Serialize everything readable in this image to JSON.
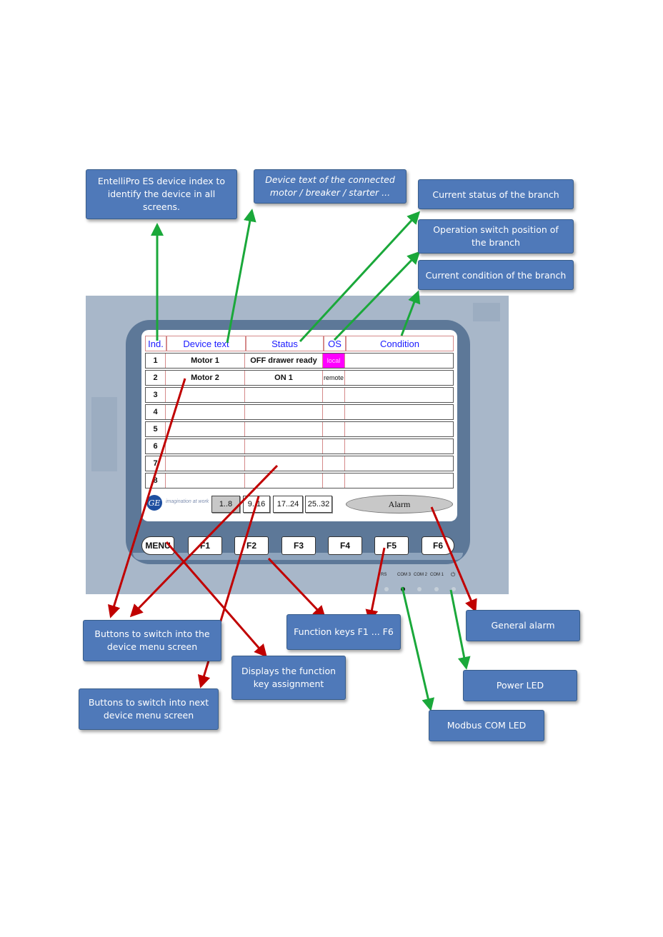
{
  "callouts": {
    "device_index": "EntelliPro ES device index to identify the device in all screens.",
    "device_text": "Device text of the connected motor / breaker / starter ...",
    "current_status": "Current status of the branch",
    "operation_switch": "Operation switch position of the branch",
    "current_condition": "Current condition of the branch",
    "buttons_menu": "Buttons to switch into the device menu screen",
    "function_keys": "Function keys F1 ... F6",
    "general_alarm": "General alarm",
    "displays_function": "Displays the function key assignment",
    "power_led": "Power LED",
    "buttons_next": "Buttons to switch into next device menu screen",
    "modbus_led": "Modbus COM LED"
  },
  "table": {
    "headers": [
      "Ind.",
      "Device text",
      "Status",
      "OS",
      "Condition"
    ],
    "rows": [
      {
        "ind": "1",
        "device": "Motor 1",
        "status": "OFF drawer ready",
        "os": "local",
        "condition": ""
      },
      {
        "ind": "2",
        "device": "Motor 2",
        "status": "ON 1",
        "os": "remote",
        "condition": ""
      },
      {
        "ind": "3",
        "device": "",
        "status": "",
        "os": "",
        "condition": ""
      },
      {
        "ind": "4",
        "device": "",
        "status": "",
        "os": "",
        "condition": ""
      },
      {
        "ind": "5",
        "device": "",
        "status": "",
        "os": "",
        "condition": ""
      },
      {
        "ind": "6",
        "device": "",
        "status": "",
        "os": "",
        "condition": ""
      },
      {
        "ind": "7",
        "device": "",
        "status": "",
        "os": "",
        "condition": ""
      },
      {
        "ind": "8",
        "device": "",
        "status": "",
        "os": "",
        "condition": ""
      }
    ]
  },
  "footer": {
    "logo": "GE",
    "tagline": "imagination at work",
    "page_buttons": [
      "1..8",
      "9..16",
      "17..24",
      "25..32"
    ],
    "alarm": "Alarm"
  },
  "function_keys": [
    "MENU",
    "F1",
    "F2",
    "F3",
    "F4",
    "F5",
    "F6"
  ],
  "leds": {
    "labels": [
      "RS",
      "COM 3",
      "COM 2",
      "COM 1",
      "⏻"
    ]
  },
  "colors": {
    "callout_fill": "#4f79b9",
    "arrow_green": "#1aa83a",
    "arrow_red": "#c00000",
    "os_local": "#ff00ff",
    "header_text": "#1a1aff"
  }
}
